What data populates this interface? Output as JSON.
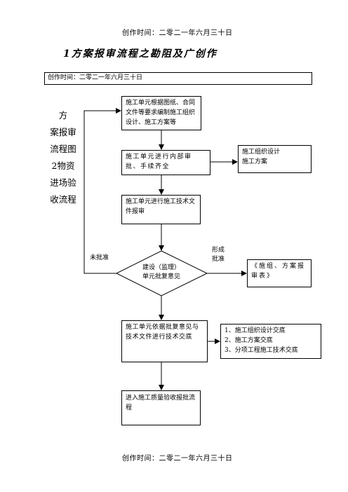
{
  "page": {
    "header": "创作时间：二零二一年六月三十日",
    "title": "1方案报审流程之勘阻及广创作",
    "frame_caption": "创作时间：二零二一年六月三十日",
    "side_text": [
      "方",
      "案报审",
      "流程图",
      "2物资",
      "进场验",
      "收流程"
    ],
    "footer": "创作时间：二零二一年六月三十日"
  },
  "flow": {
    "step1": "施工单元根据图纸、合同文件等要求编制施工组织设计、施工方案等",
    "step2": "施工单元进行内部审批、手续齐全",
    "step2_side": [
      "施工组织设计",
      "施工方案"
    ],
    "step3": "施工单元进行施工技术文件报审",
    "decision": [
      "建设（监理）",
      "单元批复意见"
    ],
    "rejected_label": "未批准",
    "approved_label": [
      "形成",
      "批准"
    ],
    "decision_side": "《施组、方案报审表》",
    "step4": "施工单元依据批复意见与技术文件进行技术交底",
    "step4_side": [
      "1、施工组织设计交底",
      "2、施工方案交底",
      "3、分项工程施工技术交底"
    ],
    "step5": "进入施工质量验收报批流程"
  }
}
